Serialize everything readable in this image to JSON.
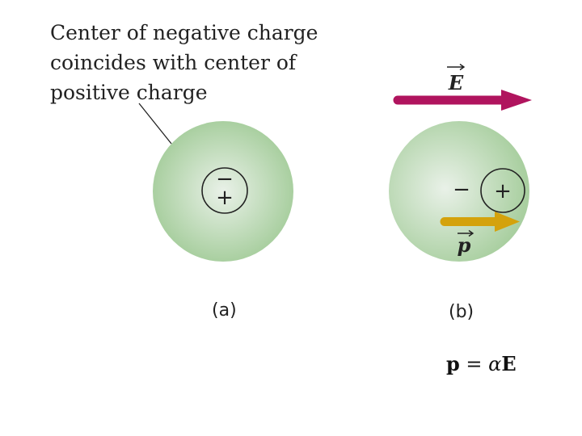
{
  "caption": {
    "lines": [
      "Center of negative charge",
      "coincides with center of",
      "positive charge"
    ]
  },
  "panel_a": {
    "label": "(a)"
  },
  "panel_b": {
    "label": "(b)"
  },
  "symbols": {
    "minus": "−",
    "plus": "+"
  },
  "vectors": {
    "field": {
      "symbol": "E",
      "color": "#b0145e"
    },
    "dipole": {
      "symbol": "p",
      "color": "#d4a20c"
    }
  },
  "formula": {
    "lhs": "p",
    "equals": "=",
    "alpha": "α",
    "rhs": "E"
  },
  "colors": {
    "sphere_center": "#e9f1e8",
    "sphere_edge": "#a9cfa0",
    "outline": "#222222"
  }
}
